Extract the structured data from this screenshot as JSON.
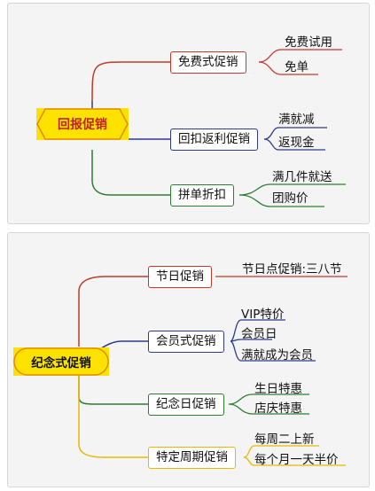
{
  "diagrams": [
    {
      "root": "回报促销",
      "branches": [
        {
          "label": "免费式促销",
          "color": "#c0392b",
          "leaves": [
            "免费试用",
            "免单"
          ]
        },
        {
          "label": "回扣返利促销",
          "color": "#2e3a8c",
          "leaves": [
            "满就减",
            "返现金"
          ]
        },
        {
          "label": "拼单折扣",
          "color": "#2e7d32",
          "leaves": [
            "满几件就送",
            "团购价"
          ]
        }
      ]
    },
    {
      "root": "纪念式促销",
      "branches": [
        {
          "label": "节日促销",
          "color": "#c0392b",
          "leaves": [
            "节日点促销:三八节"
          ]
        },
        {
          "label": "会员式促销",
          "color": "#2e3a8c",
          "leaves": [
            "VIP特价",
            "会员日",
            "满就成为会员"
          ]
        },
        {
          "label": "纪念日促销",
          "color": "#2e7d32",
          "leaves": [
            "生日特惠",
            "店庆特惠"
          ]
        },
        {
          "label": "特定周期促销",
          "color": "#e6b800",
          "leaves": [
            "每周二上新",
            "每个月一天半价"
          ]
        }
      ]
    }
  ],
  "colors": {
    "root_fill": "#fde200",
    "root_stroke": "#e08a00",
    "root_text": "#c0221b"
  }
}
